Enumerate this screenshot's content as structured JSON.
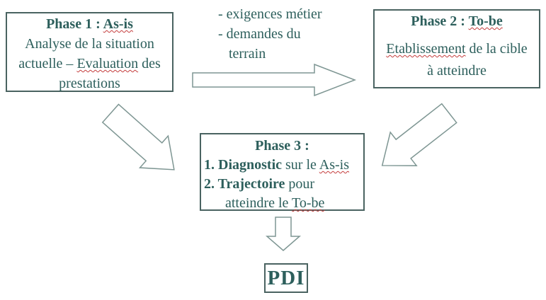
{
  "diagram_title": "PDI phased approach diagram",
  "colors": {
    "text": "#2D5F5C",
    "box_border": "#4A6361",
    "arrow_outline": "#7E9693",
    "arrow_fill": "#FFFFFF",
    "spellcheck_underline": "#C43C3C",
    "background": "#FFFFFF"
  },
  "phase1": {
    "title_prefix": "Phase 1 : ",
    "title_keyword": "As-is",
    "line2": "Analyse de la situation",
    "line3_prefix": "actuelle – ",
    "line3_keyword": "Evaluation",
    "line3_suffix": " des",
    "line4": "prestations"
  },
  "notes": {
    "line1": "- exigences métier",
    "line2": "- demandes du",
    "line3": "terrain"
  },
  "phase2": {
    "title_prefix": "Phase 2 : ",
    "title_keyword": "To-be",
    "line1_keyword": "Etablissement",
    "line1_suffix": " de la cible",
    "line2": "à atteindre"
  },
  "phase3": {
    "title": "Phase 3 :",
    "item1_bold": "1. Diagnostic",
    "item1_mid": " sur le ",
    "item1_keyword": "As-is",
    "item2_bold": "2. Trajectoire",
    "item2_suffix": " pour",
    "item3_prefix": "atteindre le ",
    "item3_keyword": "To-be"
  },
  "pdi": {
    "label": "PDI"
  },
  "arrows": {
    "phase1_to_phase2": "block-arrow-right",
    "phase1_to_phase3": "block-arrow-down-right",
    "phase2_to_phase3": "block-arrow-down-left",
    "phase3_to_pdi": "block-arrow-down"
  }
}
